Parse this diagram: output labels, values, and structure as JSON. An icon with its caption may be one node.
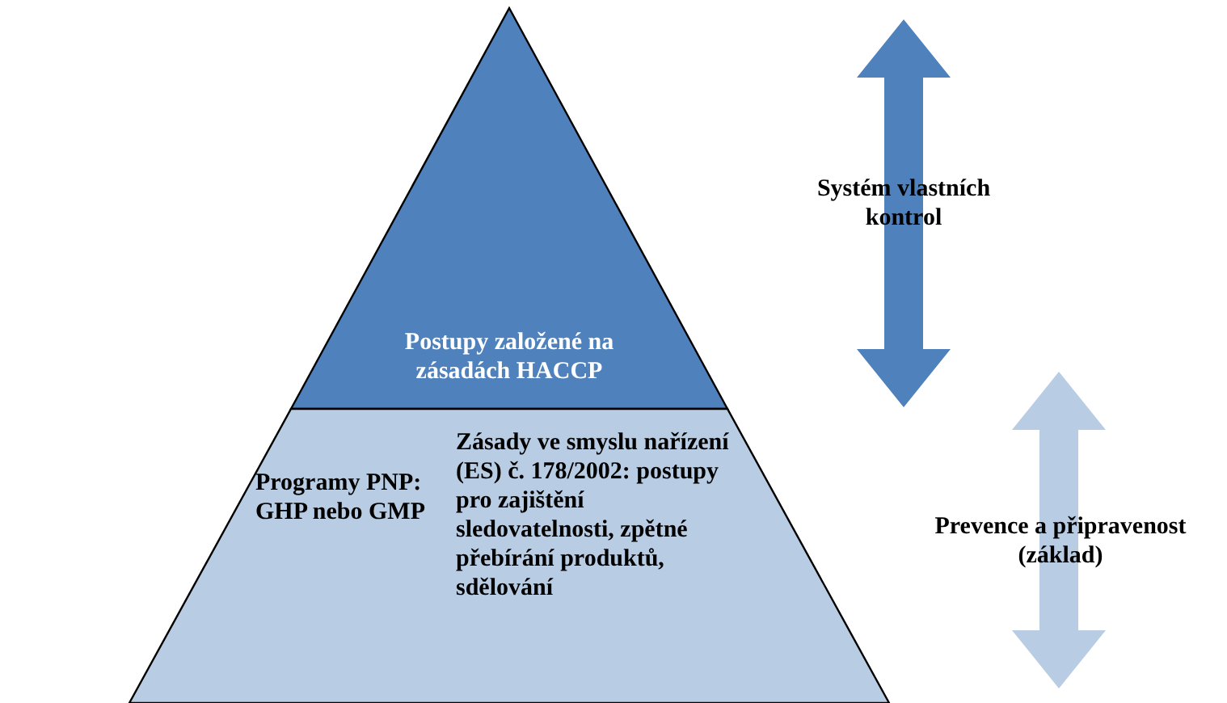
{
  "diagram": {
    "nodes": [
      {
        "text": [
          "Postupy založené na zásadách HACCP"
        ]
      },
      {
        "text": [
          "Programy PNP: GHP nebo GMP",
          "Zásady ve smyslu nařízení (ES) č. 178/2002: postupy pro zajištění sledovatelnosti, zpětné přebírání produktů, sdělování"
        ]
      },
      {
        "text": [
          "Systém vlastních kontrol"
        ]
      },
      {
        "text": [
          "Prevence a připravenost (základ)"
        ]
      }
    ]
  }
}
